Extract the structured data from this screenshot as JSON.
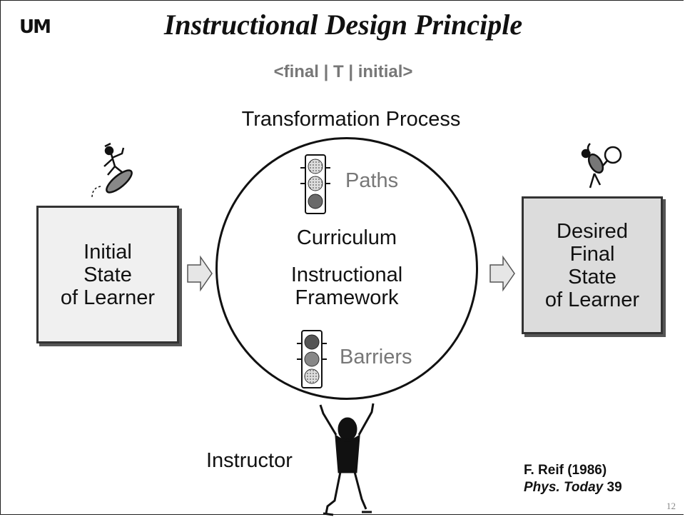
{
  "header": {
    "logo": "UM",
    "title": "Instructional Design Principle",
    "subtitle": "<final | T | initial>"
  },
  "diagram": {
    "process_label": "Transformation Process",
    "initial_box": "Initial\nState\nof Learner",
    "final_box": "Desired\nFinal\nState\nof Learner",
    "paths_label": "Paths",
    "curriculum_label": "Curriculum",
    "framework_label": "Instructional\nFramework",
    "barriers_label": "Barriers",
    "instructor_label": "Instructor"
  },
  "citation": {
    "author": "F. Reif (1986)",
    "journal": "Phys. Today",
    "volume": "39"
  },
  "page_number": "12"
}
